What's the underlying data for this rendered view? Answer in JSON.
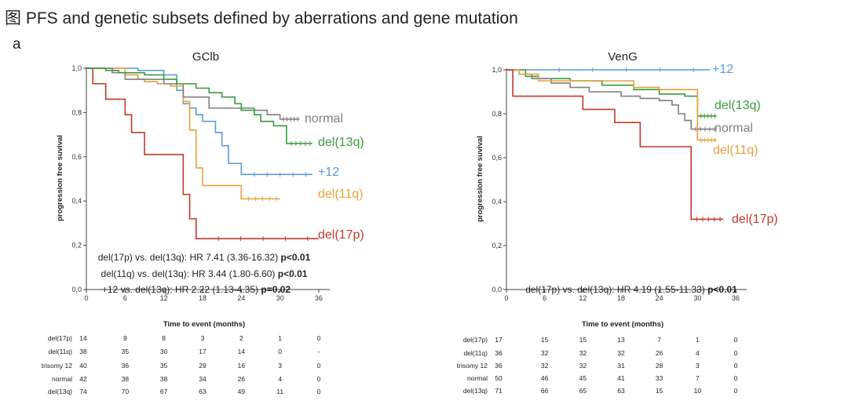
{
  "figure": {
    "title": "图 PFS and genetic subsets defined by aberrations and gene mutation",
    "panel_label": "a"
  },
  "chart_data": [
    {
      "type": "line",
      "step": true,
      "title": "GClb",
      "xlabel": "Time to event (months)",
      "ylabel": "progression free suvival",
      "xlim": [
        0,
        36
      ],
      "ylim": [
        0,
        1.0
      ],
      "xticks": [
        "0",
        "6",
        "12",
        "18",
        "24",
        "30",
        "36"
      ],
      "yticks": [
        "0,0",
        "0,2",
        "0,4",
        "0,6",
        "0,8",
        "1,0"
      ],
      "series": [
        {
          "name": "+12",
          "color": "#5b9bd5",
          "x": [
            0,
            8,
            12,
            14,
            15,
            16,
            17,
            18,
            20,
            21,
            22,
            24,
            35
          ],
          "y": [
            1.0,
            0.99,
            0.97,
            0.9,
            0.84,
            0.82,
            0.79,
            0.76,
            0.71,
            0.65,
            0.57,
            0.52,
            0.52
          ]
        },
        {
          "name": "del(11q)",
          "color": "#e6a13a",
          "x": [
            0,
            6,
            8,
            9,
            11,
            13,
            15,
            16,
            17,
            18,
            24,
            30
          ],
          "y": [
            1.0,
            0.97,
            0.95,
            0.94,
            0.93,
            0.92,
            0.85,
            0.72,
            0.55,
            0.47,
            0.41,
            0.41
          ]
        },
        {
          "name": "del(17p)",
          "color": "#c0392b",
          "x": [
            0,
            1,
            3,
            6,
            7,
            9,
            13,
            15,
            16,
            17,
            36
          ],
          "y": [
            1.0,
            0.93,
            0.86,
            0.79,
            0.71,
            0.61,
            0.61,
            0.43,
            0.32,
            0.23,
            0.23
          ]
        },
        {
          "name": "normal",
          "color": "#7f7f7f",
          "x": [
            0,
            4,
            6,
            12,
            15,
            19,
            24,
            26,
            28,
            30,
            33
          ],
          "y": [
            1.0,
            0.98,
            0.95,
            0.93,
            0.87,
            0.82,
            0.82,
            0.81,
            0.79,
            0.77,
            0.77
          ]
        },
        {
          "name": "del(13q)",
          "color": "#3a9a3a",
          "x": [
            0,
            3,
            5,
            9,
            12,
            14,
            17,
            19,
            21,
            23,
            24,
            26,
            27,
            29,
            31,
            35
          ],
          "y": [
            1.0,
            0.99,
            0.98,
            0.97,
            0.95,
            0.93,
            0.91,
            0.89,
            0.87,
            0.84,
            0.81,
            0.79,
            0.76,
            0.74,
            0.66,
            0.66
          ]
        }
      ],
      "annotations": [
        {
          "text": "del(17p) vs. del(13q): HR 7.41 (3.36-16.32)",
          "p": "p<0.01"
        },
        {
          "text": "del(11q) vs. del(13q): HR 3.44 (1.80-6.60)",
          "p": "p<0.01"
        },
        {
          "text": "+12 vs. del(13q): HR 2.22 (1.13-4.35)",
          "p": "p=0.02"
        }
      ],
      "risk_table": {
        "rows": [
          {
            "label": "del(17p)",
            "values": [
              "14",
              "9",
              "8",
              "3",
              "2",
              "1",
              "0"
            ]
          },
          {
            "label": "del(11q)",
            "values": [
              "38",
              "35",
              "30",
              "17",
              "14",
              "0",
              "-"
            ]
          },
          {
            "label": "trisomy 12",
            "values": [
              "40",
              "36",
              "35",
              "29",
              "16",
              "3",
              "0"
            ]
          },
          {
            "label": "normal",
            "values": [
              "42",
              "38",
              "38",
              "34",
              "26",
              "4",
              "0"
            ]
          },
          {
            "label": "del(13q)",
            "values": [
              "74",
              "70",
              "67",
              "63",
              "49",
              "11",
              "0"
            ]
          }
        ]
      }
    },
    {
      "type": "line",
      "step": true,
      "title": "VenG",
      "xlabel": "Time to event (months)",
      "ylabel": "progression free suvival",
      "xlim": [
        0,
        36
      ],
      "ylim": [
        0,
        1.0
      ],
      "xticks": [
        "0",
        "6",
        "12",
        "18",
        "24",
        "30",
        "36"
      ],
      "yticks": [
        "0,0",
        "0,2",
        "0,4",
        "0,6",
        "0,8",
        "1,0"
      ],
      "series": [
        {
          "name": "+12",
          "color": "#5b9bd5",
          "x": [
            0,
            3,
            32
          ],
          "y": [
            1.0,
            1.0,
            1.0
          ]
        },
        {
          "name": "del(13q)",
          "color": "#3a9a3a",
          "x": [
            0,
            3,
            5,
            10,
            15,
            20,
            24,
            28,
            30,
            33
          ],
          "y": [
            1.0,
            0.97,
            0.96,
            0.95,
            0.93,
            0.91,
            0.89,
            0.88,
            0.79,
            0.79
          ]
        },
        {
          "name": "normal",
          "color": "#7f7f7f",
          "x": [
            0,
            2,
            4,
            7,
            10,
            13,
            18,
            21,
            24,
            26,
            27,
            28,
            29,
            33
          ],
          "y": [
            1.0,
            0.98,
            0.96,
            0.94,
            0.92,
            0.9,
            0.88,
            0.87,
            0.86,
            0.84,
            0.8,
            0.77,
            0.73,
            0.73
          ]
        },
        {
          "name": "del(11q)",
          "color": "#e6a13a",
          "x": [
            0,
            2,
            5,
            20,
            24,
            30,
            33
          ],
          "y": [
            1.0,
            0.98,
            0.95,
            0.92,
            0.91,
            0.68,
            0.68
          ]
        },
        {
          "name": "del(17p)",
          "color": "#c0392b",
          "x": [
            0,
            1,
            12,
            17,
            21,
            29,
            34
          ],
          "y": [
            1.0,
            0.88,
            0.82,
            0.76,
            0.65,
            0.32,
            0.32
          ]
        }
      ],
      "annotations": [
        {
          "text": "del(17p) vs. del(13q): HR 4.19 (1.55-11.33)",
          "p": "p<0.01"
        }
      ],
      "risk_table": {
        "rows": [
          {
            "label": "del(17p)",
            "values": [
              "17",
              "15",
              "15",
              "13",
              "7",
              "1",
              "0"
            ]
          },
          {
            "label": "del(11q)",
            "values": [
              "36",
              "32",
              "32",
              "32",
              "26",
              "4",
              "0"
            ]
          },
          {
            "label": "trisomy 12",
            "values": [
              "36",
              "32",
              "32",
              "31",
              "28",
              "3",
              "0"
            ]
          },
          {
            "label": "normal",
            "values": [
              "50",
              "46",
              "45",
              "41",
              "33",
              "7",
              "0"
            ]
          },
          {
            "label": "del(13q)",
            "values": [
              "71",
              "66",
              "65",
              "63",
              "15",
              "10",
              "0"
            ]
          }
        ]
      }
    }
  ]
}
